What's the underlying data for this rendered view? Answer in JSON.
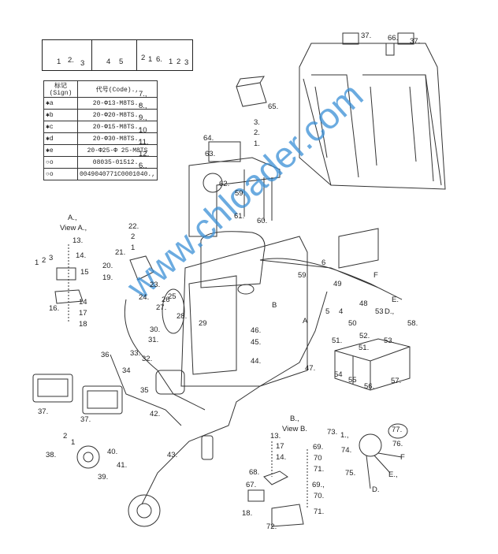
{
  "sign_examples": [
    {
      "labels": [
        "1",
        "2.",
        "3"
      ]
    },
    {
      "labels": [
        "4",
        "5"
      ]
    },
    {
      "labels": [
        "2",
        "1",
        "6.",
        "1",
        "2",
        "3"
      ]
    }
  ],
  "legend": {
    "header_sign": "标记(Sign)",
    "header_code": "代号(Code).,",
    "rows": [
      {
        "sign": "a",
        "code": "20-Φ13-M8TS.,",
        "ref": "7.,"
      },
      {
        "sign": "b",
        "code": "20-Φ20-M8TS.,",
        "ref": "8.,"
      },
      {
        "sign": "c",
        "code": "20-Φ15-M8TS.,",
        "ref": "9.,"
      },
      {
        "sign": "d",
        "code": "20-Φ30-M8TS.,",
        "ref": "10"
      },
      {
        "sign": "e",
        "code": "20-Φ25-Φ 25-M8TS",
        "ref": "11."
      },
      {
        "sign": "o",
        "code": "08035-01512.,",
        "ref": "12."
      },
      {
        "sign": "o",
        "code": "0049040771C0001040.,",
        "ref": "6.,"
      }
    ]
  },
  "views": {
    "a_title": "A.,",
    "a_sub": "View  A.,",
    "b_title": "B.,",
    "b_sub": "View  B."
  },
  "labels": [
    "37.",
    "66.",
    "37.",
    "65.",
    "3.",
    "2.",
    "1.",
    "64.",
    "63.",
    "62.",
    "59.",
    "61.",
    "60.",
    "13.",
    "14.",
    "15",
    "1",
    "2",
    "3",
    "16.",
    "14",
    "17",
    "18",
    "22.",
    "2",
    "1",
    "21.",
    "20.",
    "19.",
    "23.",
    "24.",
    "25",
    "26",
    "27.",
    "28.",
    "29",
    "30.",
    "31.",
    "36",
    "33.",
    "32.",
    "34",
    "35",
    "37.",
    "37.",
    "42.",
    "2",
    "1",
    "38.",
    "40.",
    "41.",
    "39.",
    "43.",
    "6",
    "F",
    "59.",
    "49",
    "E.",
    "48",
    "B",
    "5",
    "4",
    "53",
    "D.,",
    "58.",
    "A",
    "50",
    "46.",
    "45.",
    "52.",
    "53.",
    "51.",
    "51.",
    "44.",
    "47.",
    "54",
    "55",
    "56.",
    "57.",
    "13.",
    "17",
    "14.",
    "69.",
    "70",
    "71.",
    "68.",
    "67.",
    "69.,",
    "70.",
    "71.",
    "18.",
    "72.",
    "73.",
    "1.,",
    "74.",
    "77.",
    "76.",
    "F",
    "75.",
    "E.,",
    "D."
  ],
  "watermark": "www.chloader.com"
}
